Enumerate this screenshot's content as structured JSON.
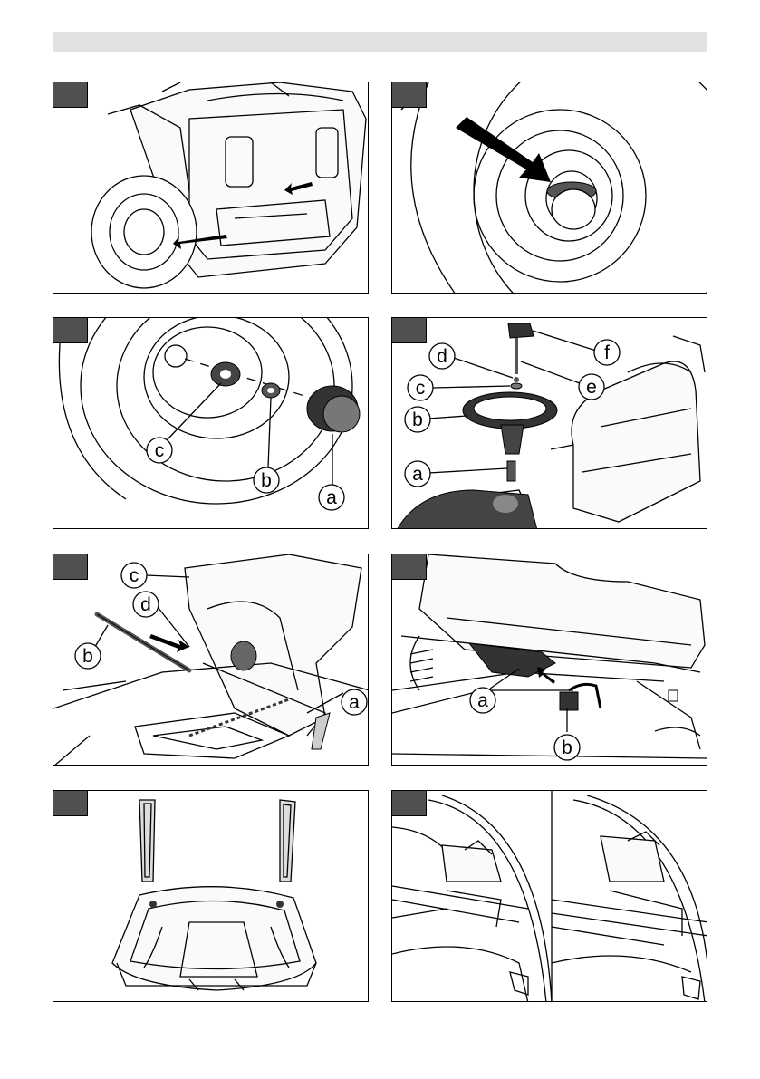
{
  "figures": [
    {
      "id": "fig-1",
      "callouts": []
    },
    {
      "id": "fig-2",
      "callouts": []
    },
    {
      "id": "fig-3",
      "callouts": [
        "c",
        "b",
        "a"
      ]
    },
    {
      "id": "fig-4",
      "callouts": [
        "d",
        "c",
        "b",
        "a",
        "f",
        "e"
      ]
    },
    {
      "id": "fig-5",
      "callouts": [
        "c",
        "d",
        "b",
        "a"
      ]
    },
    {
      "id": "fig-6",
      "callouts": [
        "a",
        "b"
      ]
    },
    {
      "id": "fig-7",
      "callouts": []
    },
    {
      "id": "fig-8",
      "callouts": []
    }
  ],
  "colors": {
    "header_bar": "#e2e2e2",
    "figure_tab": "#505050",
    "line_art": "#000000",
    "part_fill": "#3a3a3a"
  }
}
